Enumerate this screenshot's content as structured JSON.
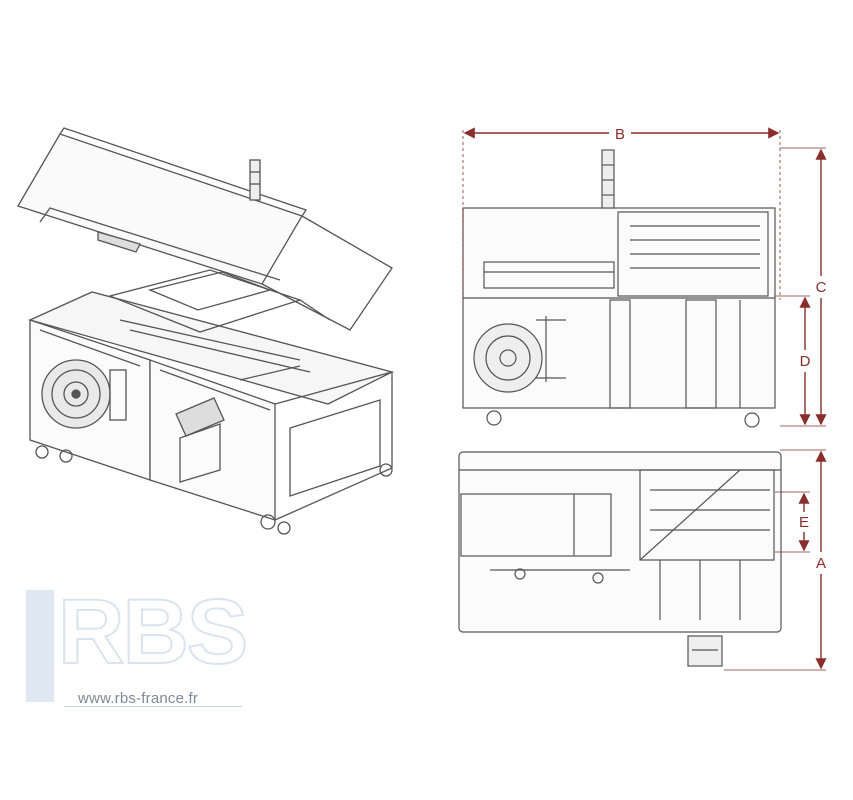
{
  "dimensions": {
    "b_label": "B",
    "c_label": "C",
    "d_label": "D",
    "e_label": "E",
    "a_label": "A",
    "color": "#8a2d2d"
  },
  "watermark": {
    "logo_text": "RBS",
    "url": "www.rbs-france.fr"
  }
}
